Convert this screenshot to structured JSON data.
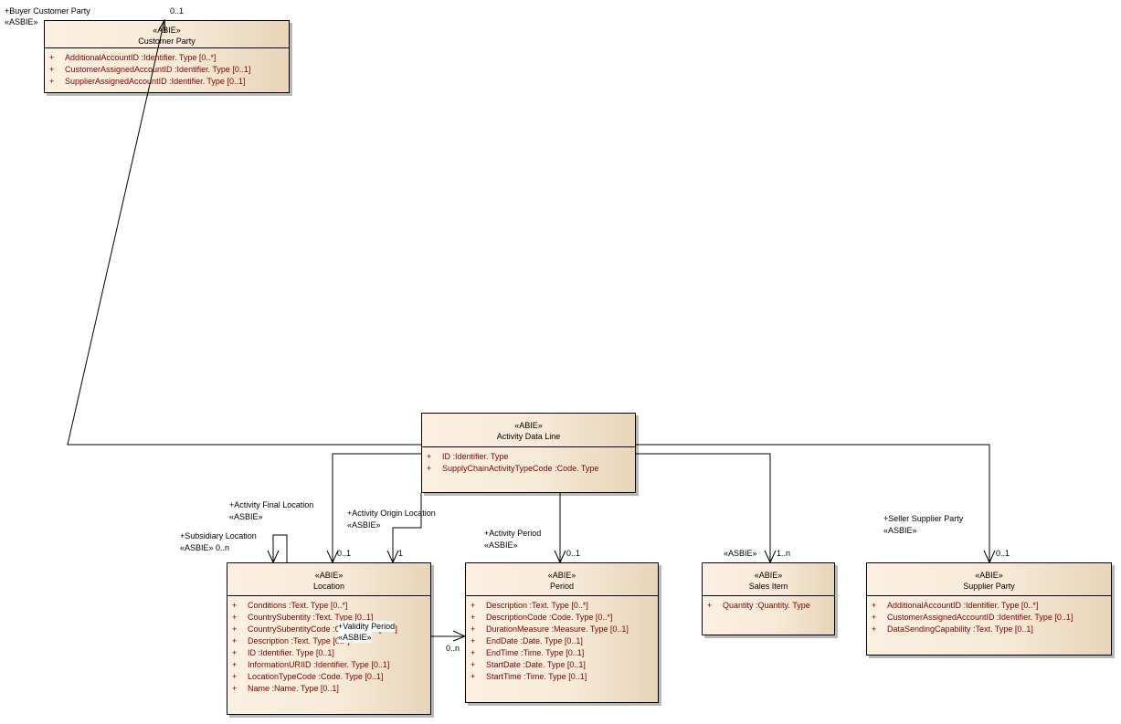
{
  "classes": {
    "customer_party": {
      "stereotype": "«ABIE»",
      "name": "Customer Party",
      "attributes": [
        {
          "vis": "+",
          "text": "AdditionalAccountID  :Identifier. Type [0..*]"
        },
        {
          "vis": "+",
          "text": "CustomerAssignedAccountID  :Identifier. Type [0..1]"
        },
        {
          "vis": "+",
          "text": "SupplierAssignedAccountID  :Identifier. Type [0..1]"
        }
      ]
    },
    "activity_data_line": {
      "stereotype": "«ABIE»",
      "name": "Activity Data Line",
      "attributes": [
        {
          "vis": "+",
          "text": "ID  :Identifier. Type"
        },
        {
          "vis": "+",
          "text": "SupplyChainActivityTypeCode  :Code. Type"
        }
      ]
    },
    "location": {
      "stereotype": "«ABIE»",
      "name": "Location",
      "attributes": [
        {
          "vis": "+",
          "text": "Conditions  :Text. Type [0..*]"
        },
        {
          "vis": "+",
          "text": "CountrySubentity  :Text. Type [0..1]"
        },
        {
          "vis": "+",
          "text": "CountrySubentityCode  :Code. Type [0..1]"
        },
        {
          "vis": "+",
          "text": "Description  :Text. Type [0..*]"
        },
        {
          "vis": "+",
          "text": "ID  :Identifier. Type [0..1]"
        },
        {
          "vis": "+",
          "text": "InformationURIID  :Identifier. Type [0..1]"
        },
        {
          "vis": "+",
          "text": "LocationTypeCode  :Code. Type [0..1]"
        },
        {
          "vis": "+",
          "text": "Name  :Name. Type [0..1]"
        }
      ]
    },
    "period": {
      "stereotype": "«ABIE»",
      "name": "Period",
      "attributes": [
        {
          "vis": "+",
          "text": "Description  :Text. Type [0..*]"
        },
        {
          "vis": "+",
          "text": "DescriptionCode  :Code. Type [0..*]"
        },
        {
          "vis": "+",
          "text": "DurationMeasure  :Measure. Type [0..1]"
        },
        {
          "vis": "+",
          "text": "EndDate  :Date. Type [0..1]"
        },
        {
          "vis": "+",
          "text": "EndTime  :Time. Type [0..1]"
        },
        {
          "vis": "+",
          "text": "StartDate  :Date. Type [0..1]"
        },
        {
          "vis": "+",
          "text": "StartTime  :Time. Type [0..1]"
        }
      ]
    },
    "sales_item": {
      "stereotype": "«ABIE»",
      "name": "Sales Item",
      "attributes": [
        {
          "vis": "+",
          "text": "Quantity  :Quantity. Type"
        }
      ]
    },
    "supplier_party": {
      "stereotype": "«ABIE»",
      "name": "Supplier Party",
      "attributes": [
        {
          "vis": "+",
          "text": "AdditionalAccountID  :Identifier. Type [0..*]"
        },
        {
          "vis": "+",
          "text": "CustomerAssignedAccountID  :Identifier. Type [0..1]"
        },
        {
          "vis": "+",
          "text": "DataSendingCapability  :Text. Type [0..1]"
        }
      ]
    }
  },
  "associations": {
    "buyer_customer_party": {
      "role": "+Buyer Customer Party",
      "stereotype": "«ASBIE»",
      "multiplicity": "0..1"
    },
    "activity_final_location": {
      "role": "+Activity Final Location",
      "stereotype": "«ASBIE»",
      "multiplicity": "0..1"
    },
    "activity_origin_location": {
      "role": "+Activity Origin Location",
      "stereotype": "«ASBIE»",
      "multiplicity": "1"
    },
    "subsidiary_location": {
      "role": "+Subsidiary Location",
      "stereotype": "«ASBIE» 0..n"
    },
    "validity_period": {
      "role": "+Validity Period",
      "stereotype": "«ASBIE»",
      "multiplicity": "0..n"
    },
    "activity_period": {
      "role": "+Activity Period",
      "stereotype": "«ASBIE»",
      "multiplicity": "0..1"
    },
    "sales_item": {
      "stereotype": "«ASBIE»",
      "multiplicity": "1..n"
    },
    "seller_supplier_party": {
      "role": "+Seller Supplier Party",
      "stereotype": "«ASBIE»",
      "multiplicity": "0..1"
    }
  }
}
